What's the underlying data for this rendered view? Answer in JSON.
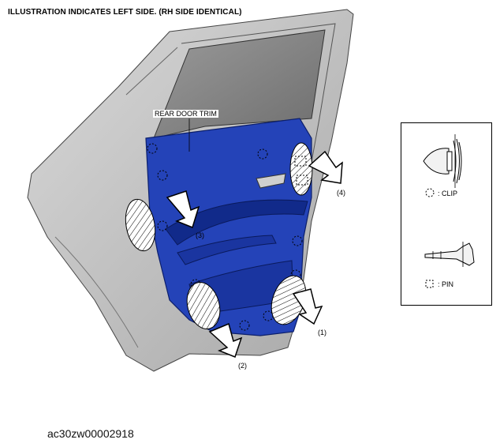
{
  "header": {
    "title": "ILLUSTRATION INDICATES LEFT SIDE. (RH SIDE IDENTICAL)"
  },
  "labels": {
    "rear_door_trim": "REAR DOOR TRIM",
    "callout_1": "(1)",
    "callout_2": "(2)",
    "callout_3": "(3)",
    "callout_4": "(4)"
  },
  "legend": {
    "clip_label": ": CLIP",
    "pin_label": ": PIN"
  },
  "footer": {
    "image_id": "ac30zw00002918"
  },
  "colors": {
    "trim_blue": "#2443b8",
    "trim_dark": "#112a8a",
    "frame_gray": "#c4c4c4",
    "glass": "#8a8a8a"
  }
}
